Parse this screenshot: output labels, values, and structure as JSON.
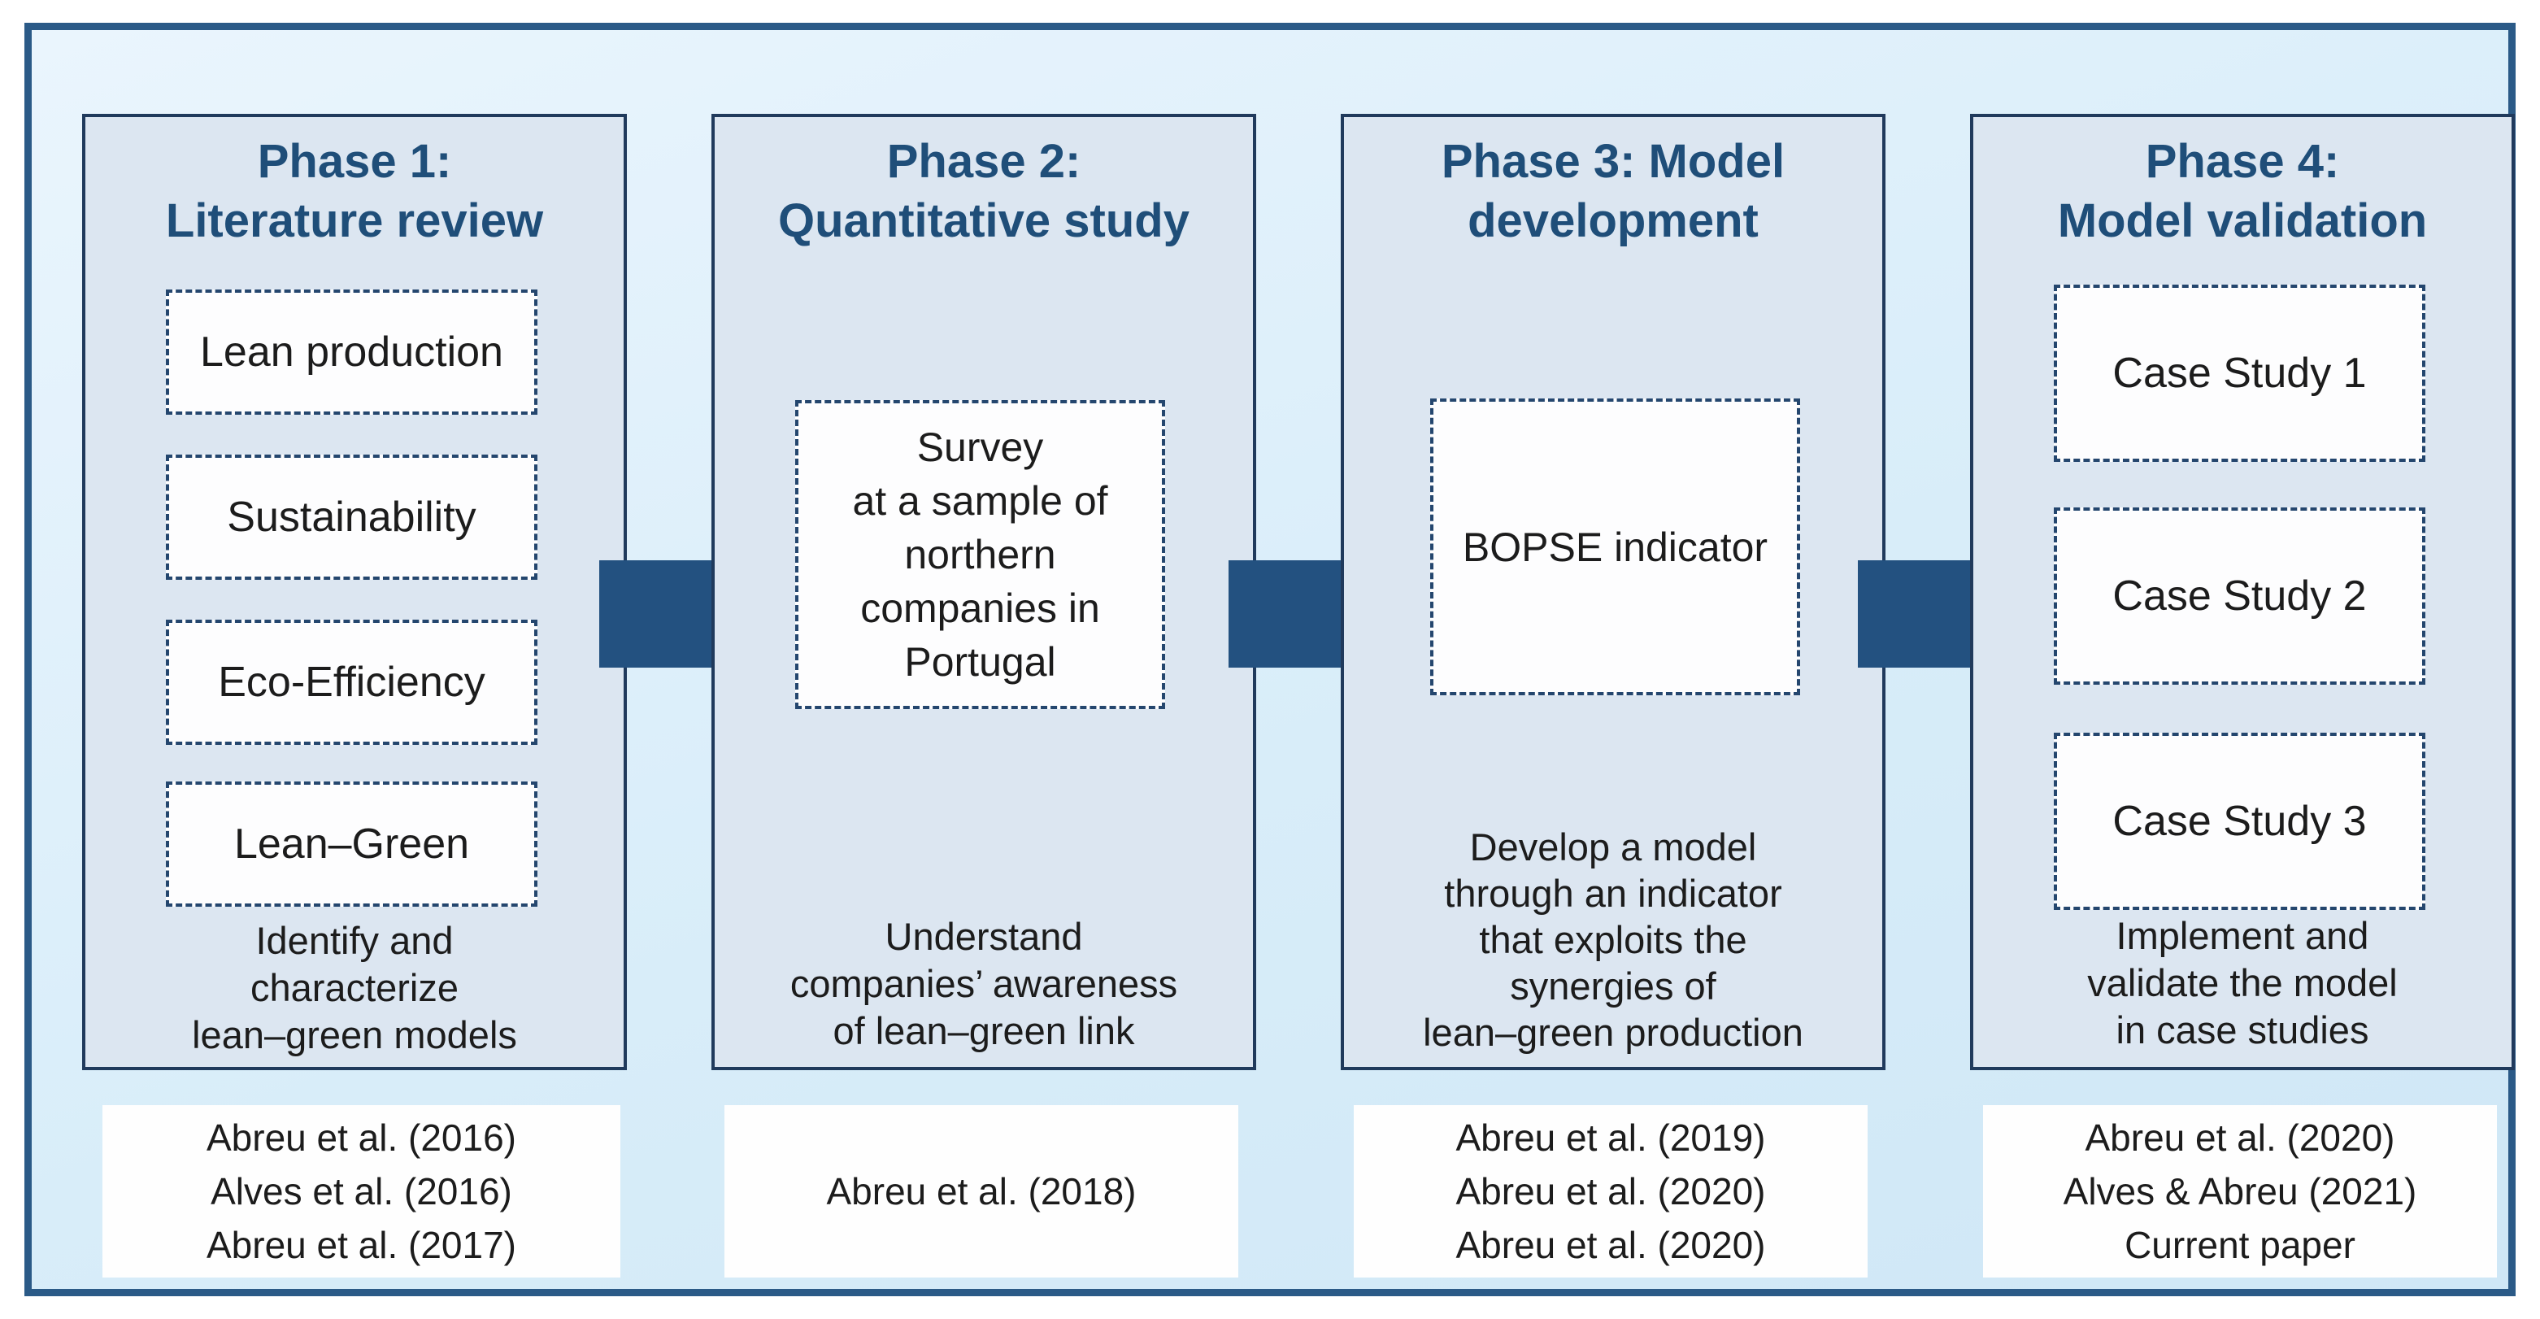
{
  "palette": {
    "canvas_border": "#2b5a87",
    "canvas_bg": "#d8edf9",
    "panel_bg": "#dce6f1",
    "panel_border": "#203a5c",
    "dashed_box_border": "#24466e",
    "dashed_box_bg": "#fdfdfe",
    "arrow_color": "#235180",
    "title_color": "#1f4e79",
    "text_color": "#1c1c1c",
    "reference_bg": "#fefefe"
  },
  "phases": [
    {
      "title": "Phase 1:\nLiterature review",
      "boxes": [
        "Lean production",
        "Sustainability",
        "Eco-Efficiency",
        "Lean–Green"
      ],
      "description": "Identify and\ncharacterize\nlean–green models",
      "references": [
        "Abreu et al. (2016)",
        "Alves et al. (2016)",
        "Abreu et al. (2017)"
      ]
    },
    {
      "title": "Phase 2:\nQuantitative study",
      "boxes": [
        "Survey\nat a sample of\nnorthern\ncompanies in\nPortugal"
      ],
      "description": "Understand\ncompanies’ awareness\nof lean–green link",
      "references": [
        "Abreu et al. (2018)"
      ]
    },
    {
      "title": "Phase 3: Model\ndevelopment",
      "boxes": [
        "BOPSE indicator"
      ],
      "description": "Develop a model\nthrough an indicator\nthat exploits the\nsynergies of\nlean–green production",
      "references": [
        "Abreu et al. (2019)",
        "Abreu et al. (2020)",
        "Abreu et al. (2020)"
      ]
    },
    {
      "title": "Phase 4:\nModel validation",
      "boxes": [
        "Case Study 1",
        "Case Study 2",
        "Case Study 3"
      ],
      "description": "Implement and\nvalidate the model\nin case studies",
      "references": [
        "Abreu et al. (2020)",
        "Alves & Abreu (2021)",
        "Current paper"
      ]
    }
  ]
}
